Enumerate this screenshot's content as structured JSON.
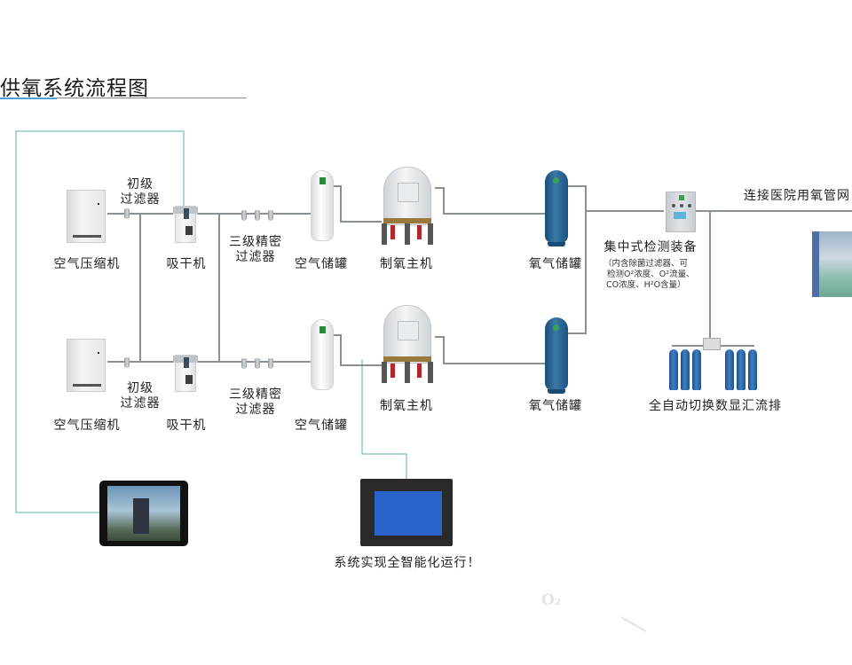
{
  "title": "供氧系统流程图",
  "labels": {
    "primary_filter_top": [
      "初级",
      "过滤器"
    ],
    "primary_filter_bottom": [
      "初级",
      "过滤器"
    ],
    "precision_filter_top": [
      "三级精密",
      "过滤器"
    ],
    "precision_filter_bottom": [
      "三级精密",
      "过滤器"
    ],
    "air_compressor_top": "空气压缩机",
    "air_compressor_bottom": "空气压缩机",
    "dryer_top": "吸干机",
    "dryer_bottom": "吸干机",
    "air_tank_top": "空气储罐",
    "air_tank_bottom": "空气储罐",
    "generator_top": "制氧主机",
    "generator_bottom": "制氧主机",
    "o2_tank_top": "氧气储罐",
    "o2_tank_bottom": "氧气储罐",
    "detector": "集中式检测装备",
    "detector_note": [
      "（内含除菌过滤器、可",
      "检测O²浓度、O²流量、",
      "CO浓度、H²O含量）"
    ],
    "hospital_network": "连接医院用氧管网",
    "manifold": "全自动切换数显汇流排",
    "smart_operation": "系统实现全智能化运行！"
  },
  "watermark": "O₂",
  "colors": {
    "title_accent": "#4aa0d8",
    "pipe": "#8a8f93",
    "control_line": "#5aaeb0",
    "o2_tank": "#2a6592",
    "cylinder": "#2f6cae"
  }
}
